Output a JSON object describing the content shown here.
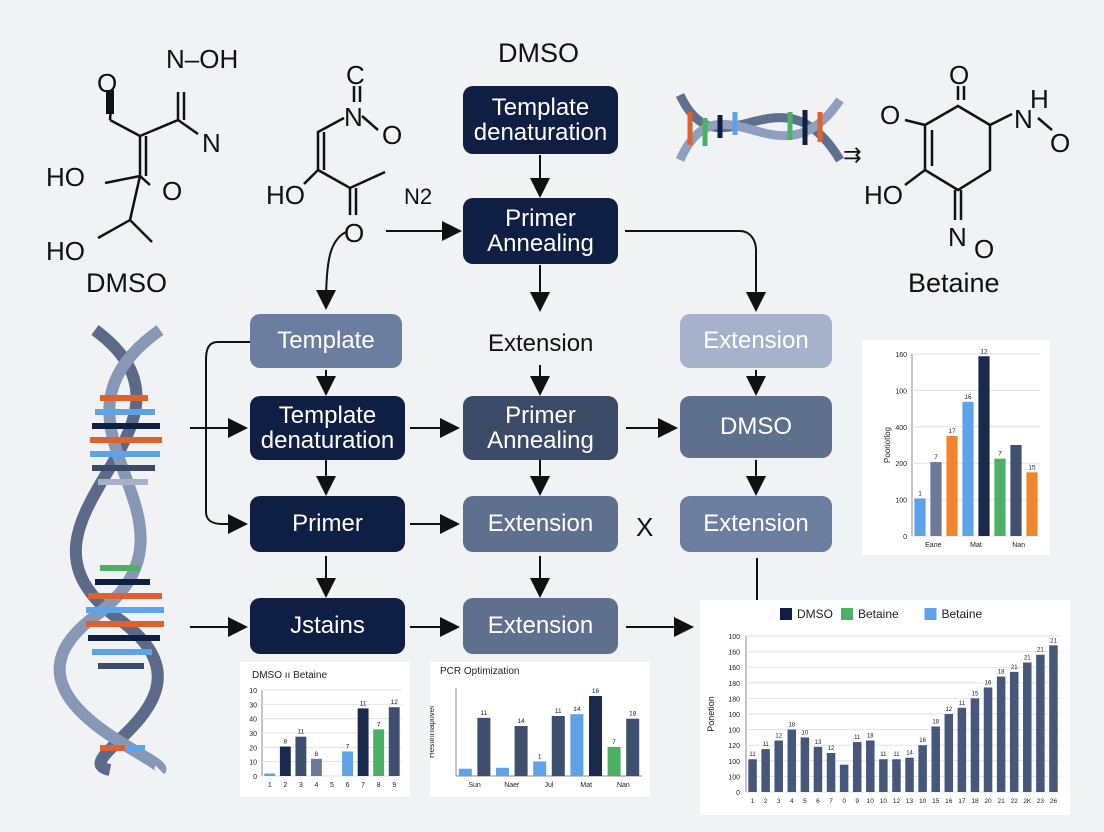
{
  "molecules": {
    "left": {
      "name": "DMSO",
      "atoms": {
        "o_top": "O",
        "noh": "N–OH",
        "n": "N",
        "ho1": "HO",
        "o_ring": "O",
        "ho2": "HO"
      },
      "equals": "="
    },
    "middle": {
      "atoms": {
        "c": "C",
        "n": "N",
        "o": "O",
        "ho": "HO",
        "o_bottom": "O"
      },
      "subscript_label": "N2"
    },
    "right": {
      "name": "Betaine",
      "arrow": "⇉",
      "atoms": {
        "o_left": "O",
        "o_top": "O",
        "h": "H",
        "n": "N",
        "o_nh": "O",
        "ho": "HO",
        "n_bottom": "N",
        "o_bottom": "O"
      }
    }
  },
  "flow": {
    "header": "DMSO",
    "row0": {
      "a": "Template denaturation"
    },
    "row1": {
      "a": "Primer Annealing"
    },
    "row2": {
      "left": "Template",
      "center": "Extension",
      "right": "Extension"
    },
    "row3": {
      "left": "Template denaturation",
      "center": "Primer Annealing",
      "right": "DMSO"
    },
    "row4": {
      "left": "Primer",
      "center": "Extension",
      "cross": "X",
      "right": "Extension"
    },
    "row5": {
      "left": "Jstains",
      "center": "Extension"
    }
  },
  "chart_data": [
    {
      "id": "bar-top-right",
      "type": "bar",
      "ylabel": "Pooriotlog",
      "categories": [
        "Eane",
        "Mat",
        "Nan"
      ],
      "yticks": [
        "0",
        "100",
        "200",
        "400",
        "100",
        "160"
      ],
      "ylim": [
        0,
        160
      ],
      "bars": [
        {
          "value": 33,
          "label": "1",
          "color": "#5ea2e8"
        },
        {
          "value": 65,
          "label": "7",
          "color": "#6c7a98"
        },
        {
          "value": 88,
          "label": "17",
          "color": "#f0852b"
        },
        {
          "value": 118,
          "label": "16",
          "color": "#5ea2e8"
        },
        {
          "value": 158,
          "label": "12",
          "color": "#1a2a4f"
        },
        {
          "value": 68,
          "label": "7",
          "color": "#4cb164"
        },
        {
          "value": 80,
          "label": "",
          "color": "#3f4f70"
        },
        {
          "value": 56,
          "label": "15",
          "color": "#f0852b"
        }
      ]
    },
    {
      "id": "bar-small-left",
      "type": "bar",
      "title": "DMSO ıı Betaine",
      "categories": [
        "1",
        "2",
        "3",
        "4",
        "5",
        "6",
        "7",
        "8",
        "9"
      ],
      "yticks": [
        "0",
        "10",
        "20",
        "30",
        "40",
        "30",
        "10"
      ],
      "ylim": [
        0,
        70
      ],
      "bars": [
        {
          "value": 2,
          "label": "",
          "color": "#5ea2e8"
        },
        {
          "value": 24,
          "label": "8",
          "color": "#1a2a4f"
        },
        {
          "value": 32,
          "label": "11",
          "color": "#3f4f70"
        },
        {
          "value": 14,
          "label": "8",
          "color": "#6c7a98"
        },
        {
          "value": 0,
          "label": "",
          "color": "#3f4f70"
        },
        {
          "value": 20,
          "label": "7",
          "color": "#5ea2e8"
        },
        {
          "value": 55,
          "label": "11",
          "color": "#1a2a4f"
        },
        {
          "value": 38,
          "label": "7",
          "color": "#4cb164"
        },
        {
          "value": 56,
          "label": "12",
          "color": "#3f4f70"
        }
      ]
    },
    {
      "id": "bar-small-middle",
      "type": "bar",
      "title": "PCR Optimization",
      "ylabel": "Hestinnlaptivel",
      "categories": [
        "Sun",
        "Naer",
        "Jul",
        "Mat",
        "Nan"
      ],
      "bars": [
        {
          "value": 8,
          "label": "",
          "color": "#5ea2e8"
        },
        {
          "value": 64,
          "label": "11",
          "color": "#3f4f70"
        },
        {
          "value": 9,
          "label": "",
          "color": "#5ea2e8"
        },
        {
          "value": 55,
          "label": "14",
          "color": "#3f4f70"
        },
        {
          "value": 16,
          "label": "1",
          "color": "#5ea2e8"
        },
        {
          "value": 66,
          "label": "11",
          "color": "#3f4f70"
        },
        {
          "value": 68,
          "label": "14",
          "color": "#5ea2e8"
        },
        {
          "value": 88,
          "label": "16",
          "color": "#1a2a4f"
        },
        {
          "value": 32,
          "label": "7",
          "color": "#4cb164"
        },
        {
          "value": 63,
          "label": "18",
          "color": "#3f4f70"
        }
      ]
    },
    {
      "id": "bar-bottom-right",
      "type": "bar",
      "ylabel": "Ponetion",
      "legend": [
        {
          "name": "DMSO",
          "color": "#0f1f43"
        },
        {
          "name": "Betaine",
          "color": "#4cb164"
        },
        {
          "name": "Betaine",
          "color": "#5ea2e8"
        }
      ],
      "categories": [
        "1",
        "2",
        "3",
        "4",
        "5",
        "6",
        "7",
        "0",
        "9",
        "10",
        "10",
        "12",
        "13",
        "10",
        "15",
        "16",
        "17",
        "18",
        "20",
        "21",
        "22",
        "2K",
        "23",
        "26"
      ],
      "yticks": [
        "0",
        "100",
        "100",
        "120",
        "100",
        "100",
        "180",
        "180",
        "160",
        "160",
        "100"
      ],
      "ylim": [
        0,
        200
      ],
      "values": [
        42,
        55,
        66,
        80,
        70,
        58,
        50,
        35,
        64,
        66,
        42,
        42,
        44,
        60,
        84,
        100,
        108,
        120,
        134,
        148,
        154,
        166,
        176,
        188
      ],
      "labels": [
        "11",
        "11",
        "12",
        "18",
        "10",
        "13",
        "12",
        "",
        "11",
        "18",
        "11",
        "11",
        "14",
        "16",
        "18",
        "12",
        "11",
        "15",
        "16",
        "18",
        "21",
        "21",
        "21",
        "21"
      ],
      "color": "#45577b"
    }
  ]
}
